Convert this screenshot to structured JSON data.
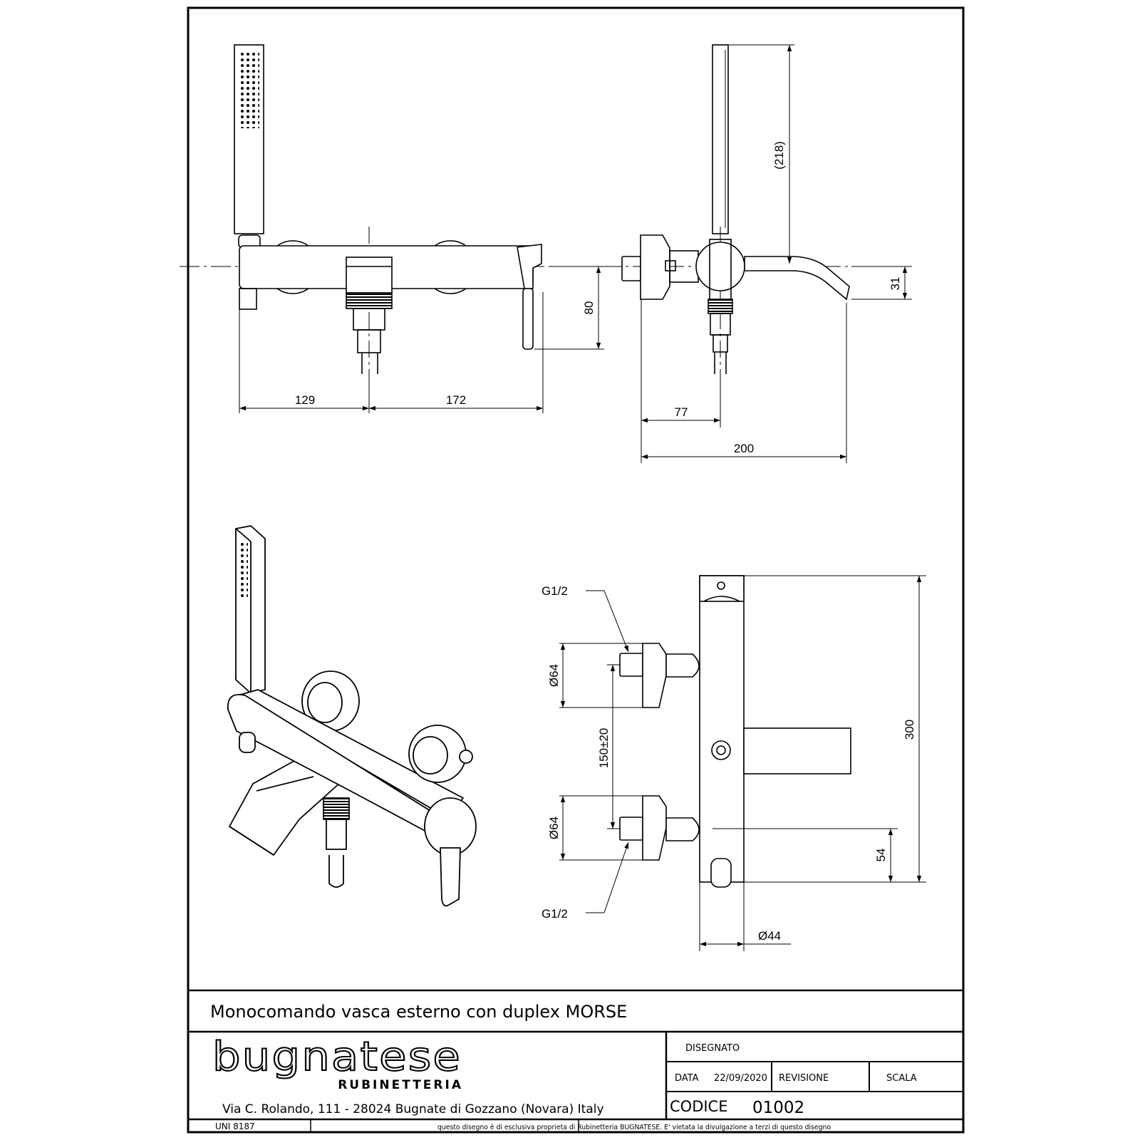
{
  "drawing": {
    "dim_front_left": "129",
    "dim_front_right": "172",
    "dim_front_height": "80",
    "dim_side_hose": "(218)",
    "dim_side_spout": "31",
    "dim_side_depth": "77",
    "dim_side_total": "200",
    "thread_top": "G1/2",
    "thread_bottom": "G1/2",
    "dia_upper": "Ø64",
    "dia_lower": "Ø64",
    "dim_centers": "150±20",
    "dim_height": "300",
    "dim_lower": "54",
    "dia_body": "Ø44"
  },
  "titleblock": {
    "title": "Monocomando vasca esterno con duplex MORSE",
    "brand": "bugnatese",
    "brand_sub": "RUBINETTERIA",
    "address": "Via C. Rolando, 111 - 28024 Bugnate di Gozzano (Novara) Italy",
    "disegnato_label": "DISEGNATO",
    "data_label": "DATA",
    "data_value": "22/09/2020",
    "revisione_label": "REVISIONE",
    "scala_label": "SCALA",
    "codice_label": "CODICE",
    "codice_value": "01002",
    "standard": "UNI 8187",
    "disclaimer": "questo disegno è di esclusiva proprieta di  Rubinetteria BUGNATESE. E' vietata la divulgazione a terzi di questo disegno"
  }
}
